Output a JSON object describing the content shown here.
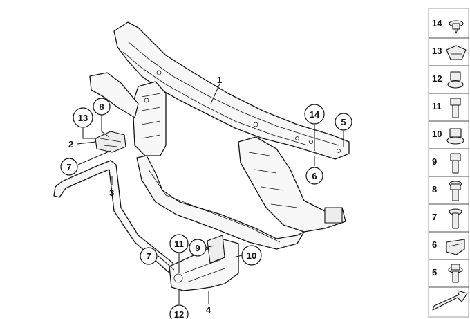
{
  "diagram": {
    "callouts": [
      {
        "id": "1",
        "label": "1"
      },
      {
        "id": "2",
        "label": "2"
      },
      {
        "id": "3",
        "label": "3"
      },
      {
        "id": "4",
        "label": "4"
      },
      {
        "id": "5",
        "label": "5"
      },
      {
        "id": "6",
        "label": "6"
      },
      {
        "id": "7a",
        "label": "7"
      },
      {
        "id": "7b",
        "label": "7"
      },
      {
        "id": "8",
        "label": "8"
      },
      {
        "id": "9",
        "label": "9"
      },
      {
        "id": "10",
        "label": "10"
      },
      {
        "id": "11",
        "label": "11"
      },
      {
        "id": "12",
        "label": "12"
      },
      {
        "id": "13",
        "label": "13"
      },
      {
        "id": "14",
        "label": "14"
      }
    ],
    "legend": [
      {
        "label": "14",
        "icon": "screw-with-washer-icon"
      },
      {
        "label": "13",
        "icon": "spring-nut-icon"
      },
      {
        "label": "12",
        "icon": "collar-nut-icon"
      },
      {
        "label": "11",
        "icon": "hex-bolt-icon"
      },
      {
        "label": "10",
        "icon": "flange-nut-icon"
      },
      {
        "label": "9",
        "icon": "hex-bolt-icon"
      },
      {
        "label": "8",
        "icon": "collar-screw-icon"
      },
      {
        "label": "7",
        "icon": "torx-screw-icon"
      },
      {
        "label": "6",
        "icon": "clip-nut-icon"
      },
      {
        "label": "5",
        "icon": "hex-bolt-washer-icon"
      }
    ]
  }
}
